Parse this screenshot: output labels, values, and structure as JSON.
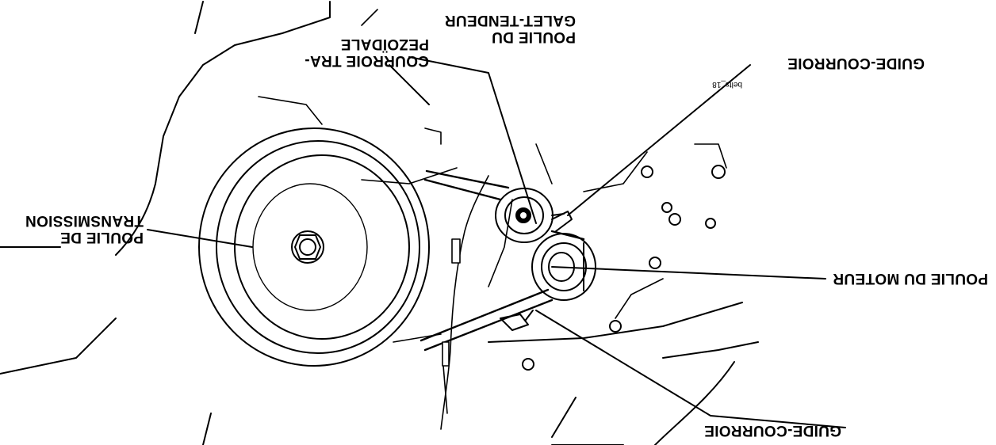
{
  "colors": {
    "ink": "#000000",
    "paper": "#ffffff"
  },
  "orientation": "upside-down",
  "labels": {
    "drive_pulley": "POULIE DE TRANSMISSION",
    "belt_guide_lower": "GUIDE-COURROIE",
    "trapezoidal_belt": "COURROIE TRA-PEZOÏDALE",
    "idler_pulley": "POULIE DU GALET-TENDEUR",
    "belt_guide_upper": "GUIDE-COURROIE",
    "engine_pulley": "POULIE DU MOTEUR"
  },
  "label_lines": {
    "drive_pulley": [
      "POULIE DE",
      "TRANSMISSION"
    ],
    "trapezoidal_belt": [
      "COURROIE TRA-",
      "PEZOÏDALE"
    ],
    "idler_pulley": [
      "POULIE DU",
      "GALET-TENDEUR"
    ]
  },
  "figure_id": "belts_18"
}
